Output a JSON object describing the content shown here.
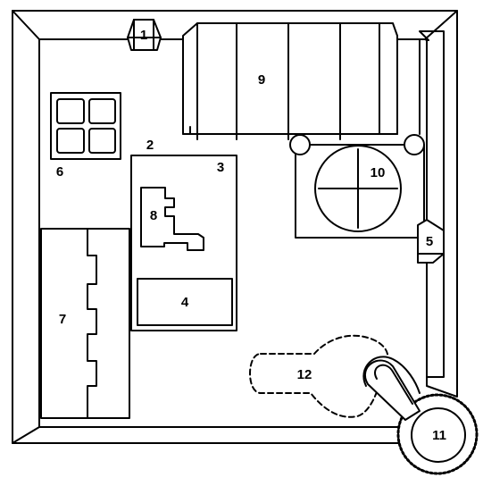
{
  "diagram": {
    "items": [
      {
        "id": "num-1",
        "label": "1"
      },
      {
        "id": "num-2",
        "label": "2"
      },
      {
        "id": "num-3",
        "label": "3"
      },
      {
        "id": "num-4",
        "label": "4"
      },
      {
        "id": "num-5",
        "label": "5"
      },
      {
        "id": "num-6",
        "label": "6"
      },
      {
        "id": "num-7",
        "label": "7"
      },
      {
        "id": "num-8",
        "label": "8"
      },
      {
        "id": "num-9",
        "label": "9"
      },
      {
        "id": "num-10",
        "label": "10"
      },
      {
        "id": "num-11",
        "label": "11"
      },
      {
        "id": "num-12",
        "label": "12"
      }
    ]
  }
}
